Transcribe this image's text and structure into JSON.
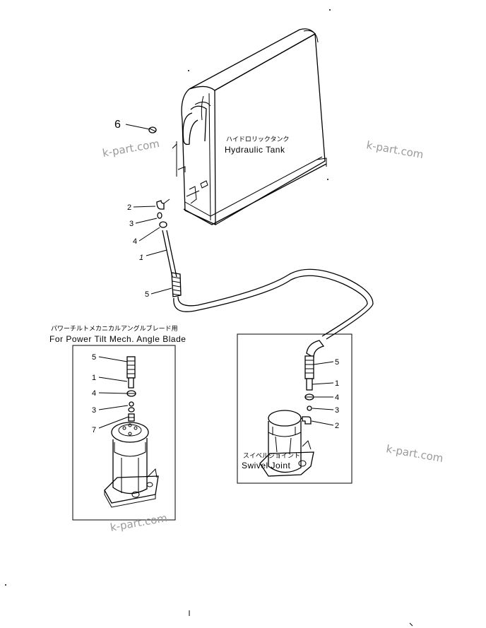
{
  "tank": {
    "label_jp": "ハイドロリックタンク",
    "label_en": "Hydraulic Tank"
  },
  "main_callouts": [
    "6",
    "2",
    "3",
    "4",
    "1",
    "5"
  ],
  "left_inset": {
    "title_jp": "パワーチルトメカニカルアングルブレード用",
    "title_en": "For Power Tilt Mech. Angle Blade",
    "callouts": [
      "5",
      "1",
      "4",
      "3",
      "7"
    ]
  },
  "right_inset": {
    "label_jp": "スイベルジョイント",
    "label_en": "Swivel Joint",
    "callouts": [
      "5",
      "1",
      "4",
      "3",
      "2"
    ]
  },
  "watermark": "k-part.com"
}
